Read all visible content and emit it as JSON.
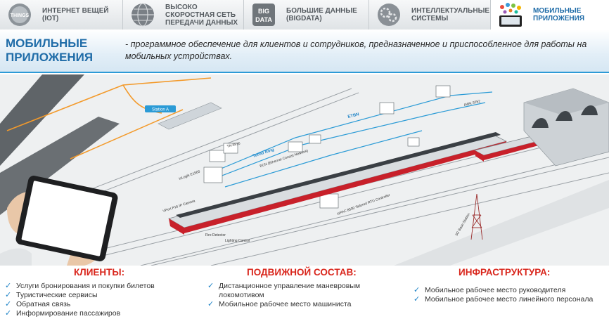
{
  "tabs": [
    {
      "label": "ИНТЕРНЕТ ВЕЩЕЙ\n(IoT)",
      "icon": "internet-of-things-icon",
      "active": false
    },
    {
      "label": "ВЫСОКО\nСКОРОСТНАЯ СЕТЬ\nПЕРЕДАЧИ ДАННЫХ",
      "icon": "globe-network-icon",
      "active": false
    },
    {
      "label": "БОЛЬШИЕ ДАННЫЕ\n(BigData)",
      "icon": "big-data-icon",
      "active": false
    },
    {
      "label": "ИНТЕЛЛЕКТУАЛЬНЫЕ\nСИСТЕМЫ",
      "icon": "brain-gears-icon",
      "active": false
    },
    {
      "label": "МОБИЛЬНЫЕ\nПРИЛОЖЕНИЯ",
      "icon": "mobile-apps-icon",
      "active": true
    }
  ],
  "icon_text": {
    "things": "THINGS",
    "big": "BIG",
    "data": "DATA"
  },
  "header": {
    "title": "МОБИЛЬНЫЕ ПРИЛОЖЕНИЯ",
    "description": "- программное обеспечение для клиентов и сотрудников, предназначенное и приспособленное для работы на мобильных устройствах."
  },
  "scene_labels": {
    "station": "Station A",
    "etbn": "ETBN",
    "turbo_ring": "Turbo Ring",
    "ecn": "ECN (Ethernet Consist Network)",
    "access_point": "AWK-3252",
    "camera": "VPort P16 IP Camera",
    "iologik": "ioLogik E1500",
    "switch": "TN-5916",
    "station_tower": "3G Base Station",
    "controller": "ioPAC 8500 Tailored RTU Controller",
    "fire": "Fire Detector",
    "light": "Lighting Control"
  },
  "colors": {
    "accent_blue": "#1f6ca8",
    "heading_red": "#d9261c",
    "check_blue": "#1f84c7",
    "train_red": "#c8202a"
  },
  "columns": [
    {
      "title": "КЛИЕНТЫ:",
      "items": [
        "Услуги бронирования и покупки билетов",
        "Туристические сервисы",
        "Обратная связь",
        "Информирование пассажиров"
      ]
    },
    {
      "title": "ПОДВИЖНОЙ СОСТАВ:",
      "items": [
        "Дистанционное управление маневровым локомотивом",
        "Мобильное рабочее место машиниста"
      ]
    },
    {
      "title": "ИНФРАСТРУКТУРА:",
      "items": [
        "Мобильное рабочее место руководителя",
        "Мобильное рабочее место  линейного персонала"
      ]
    }
  ]
}
